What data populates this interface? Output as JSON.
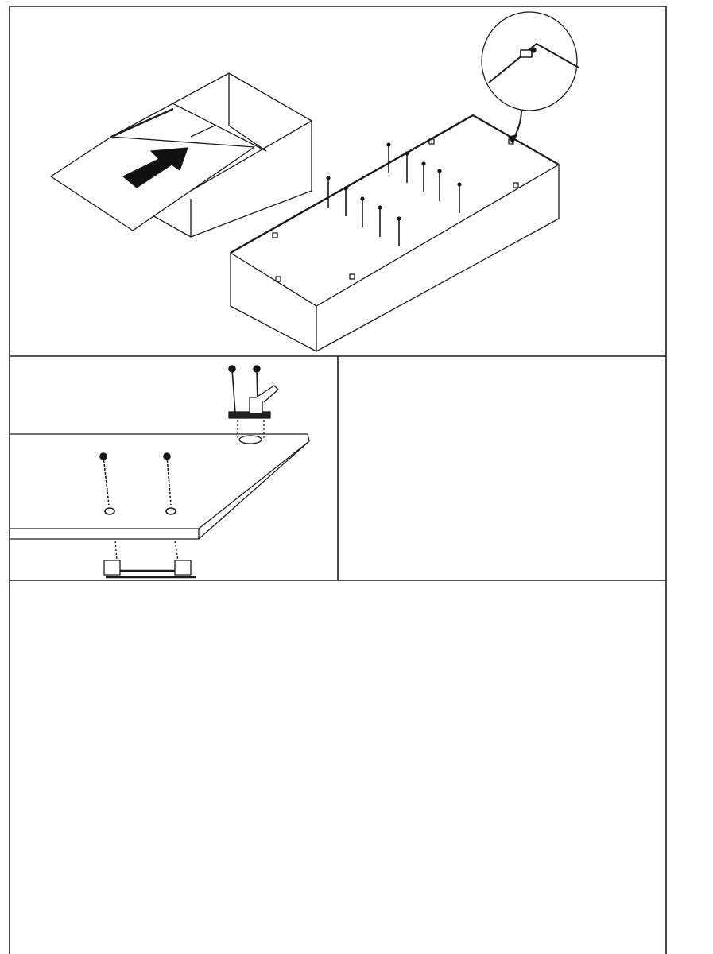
{
  "colors": {
    "line": "#1a1a1a",
    "background": "#ffffff"
  },
  "panels": [
    {
      "id": "step-top",
      "icon": "box-lid-and-screws-diagram"
    },
    {
      "id": "step-middle-left",
      "icon": "hinge-mounting-diagram"
    },
    {
      "id": "step-middle-right",
      "icon": "empty-panel"
    },
    {
      "id": "step-bottom",
      "icon": "empty-panel"
    }
  ]
}
